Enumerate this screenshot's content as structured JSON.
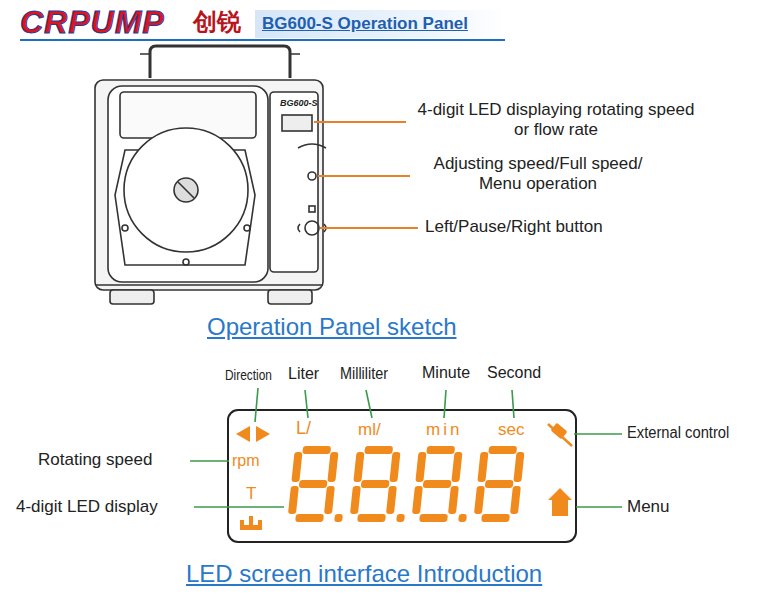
{
  "diagram": {
    "title": "BG600-S Operation Panel",
    "labels": [
      "CRPUMP",
      "创锐",
      "BG600-S",
      "4-digit LED displaying rotating speed or flow rate",
      "Adjusting speed/Full speed/ Menu operation",
      "Left/Pause/Right button",
      "Operation Panel sketch",
      "Direction",
      "Liter",
      "Milliliter",
      "Minute",
      "Second",
      "L/",
      "ml/",
      "min",
      "sec",
      "rpm",
      "T",
      "External control",
      "Rotating speed",
      "4-digit LED display",
      "Menu",
      "LED screen interface Introduction"
    ]
  }
}
